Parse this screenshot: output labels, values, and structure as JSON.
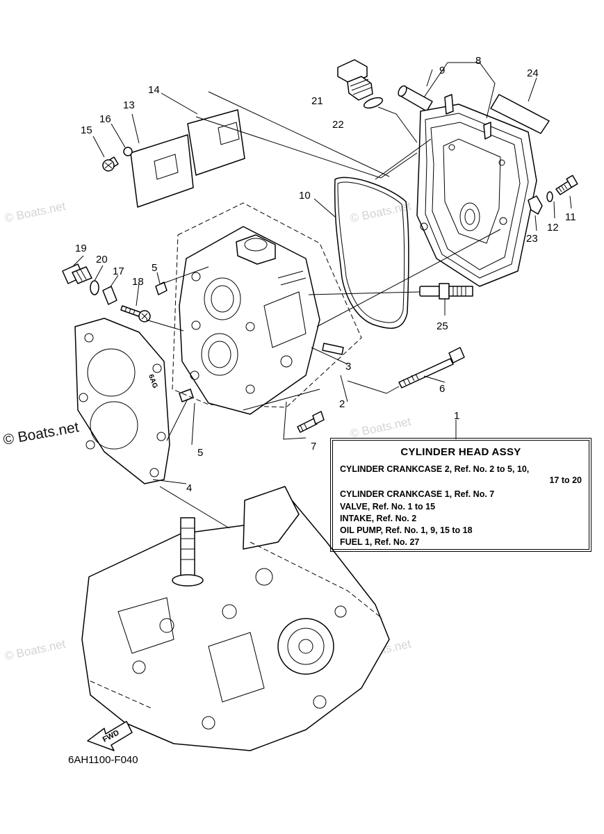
{
  "callouts": {
    "n1": "1",
    "n2": "2",
    "n3": "3",
    "n4": "4",
    "n5a": "5",
    "n5b": "5",
    "n6": "6",
    "n7": "7",
    "n8": "8",
    "n9": "9",
    "n10": "10",
    "n11": "11",
    "n12": "12",
    "n13": "13",
    "n14": "14",
    "n15": "15",
    "n16": "16",
    "n17": "17",
    "n18": "18",
    "n19": "19",
    "n20": "20",
    "n21": "21",
    "n22": "22",
    "n23": "23",
    "n24": "24",
    "n25": "25"
  },
  "legend": {
    "title": "CYLINDER HEAD ASSY",
    "rows": [
      "CYLINDER CRANKCASE 2,  Ref. No. 2 to 5, 10,",
      "17 to 20",
      "CYLINDER CRANKCASE 1,  Ref. No. 7",
      "VALVE,  Ref. No. 1 to 15",
      "INTAKE,  Ref. No. 2",
      "OIL PUMP,  Ref. No. 1, 9, 15 to 18",
      "FUEL 1,  Ref. No. 27"
    ]
  },
  "drawing_code": "6AH1100-F040",
  "fwd_label": "FWD",
  "gasket_stamp": "6AG",
  "watermarks": {
    "main": "© Boats.net",
    "faint": "© Boats.net"
  }
}
